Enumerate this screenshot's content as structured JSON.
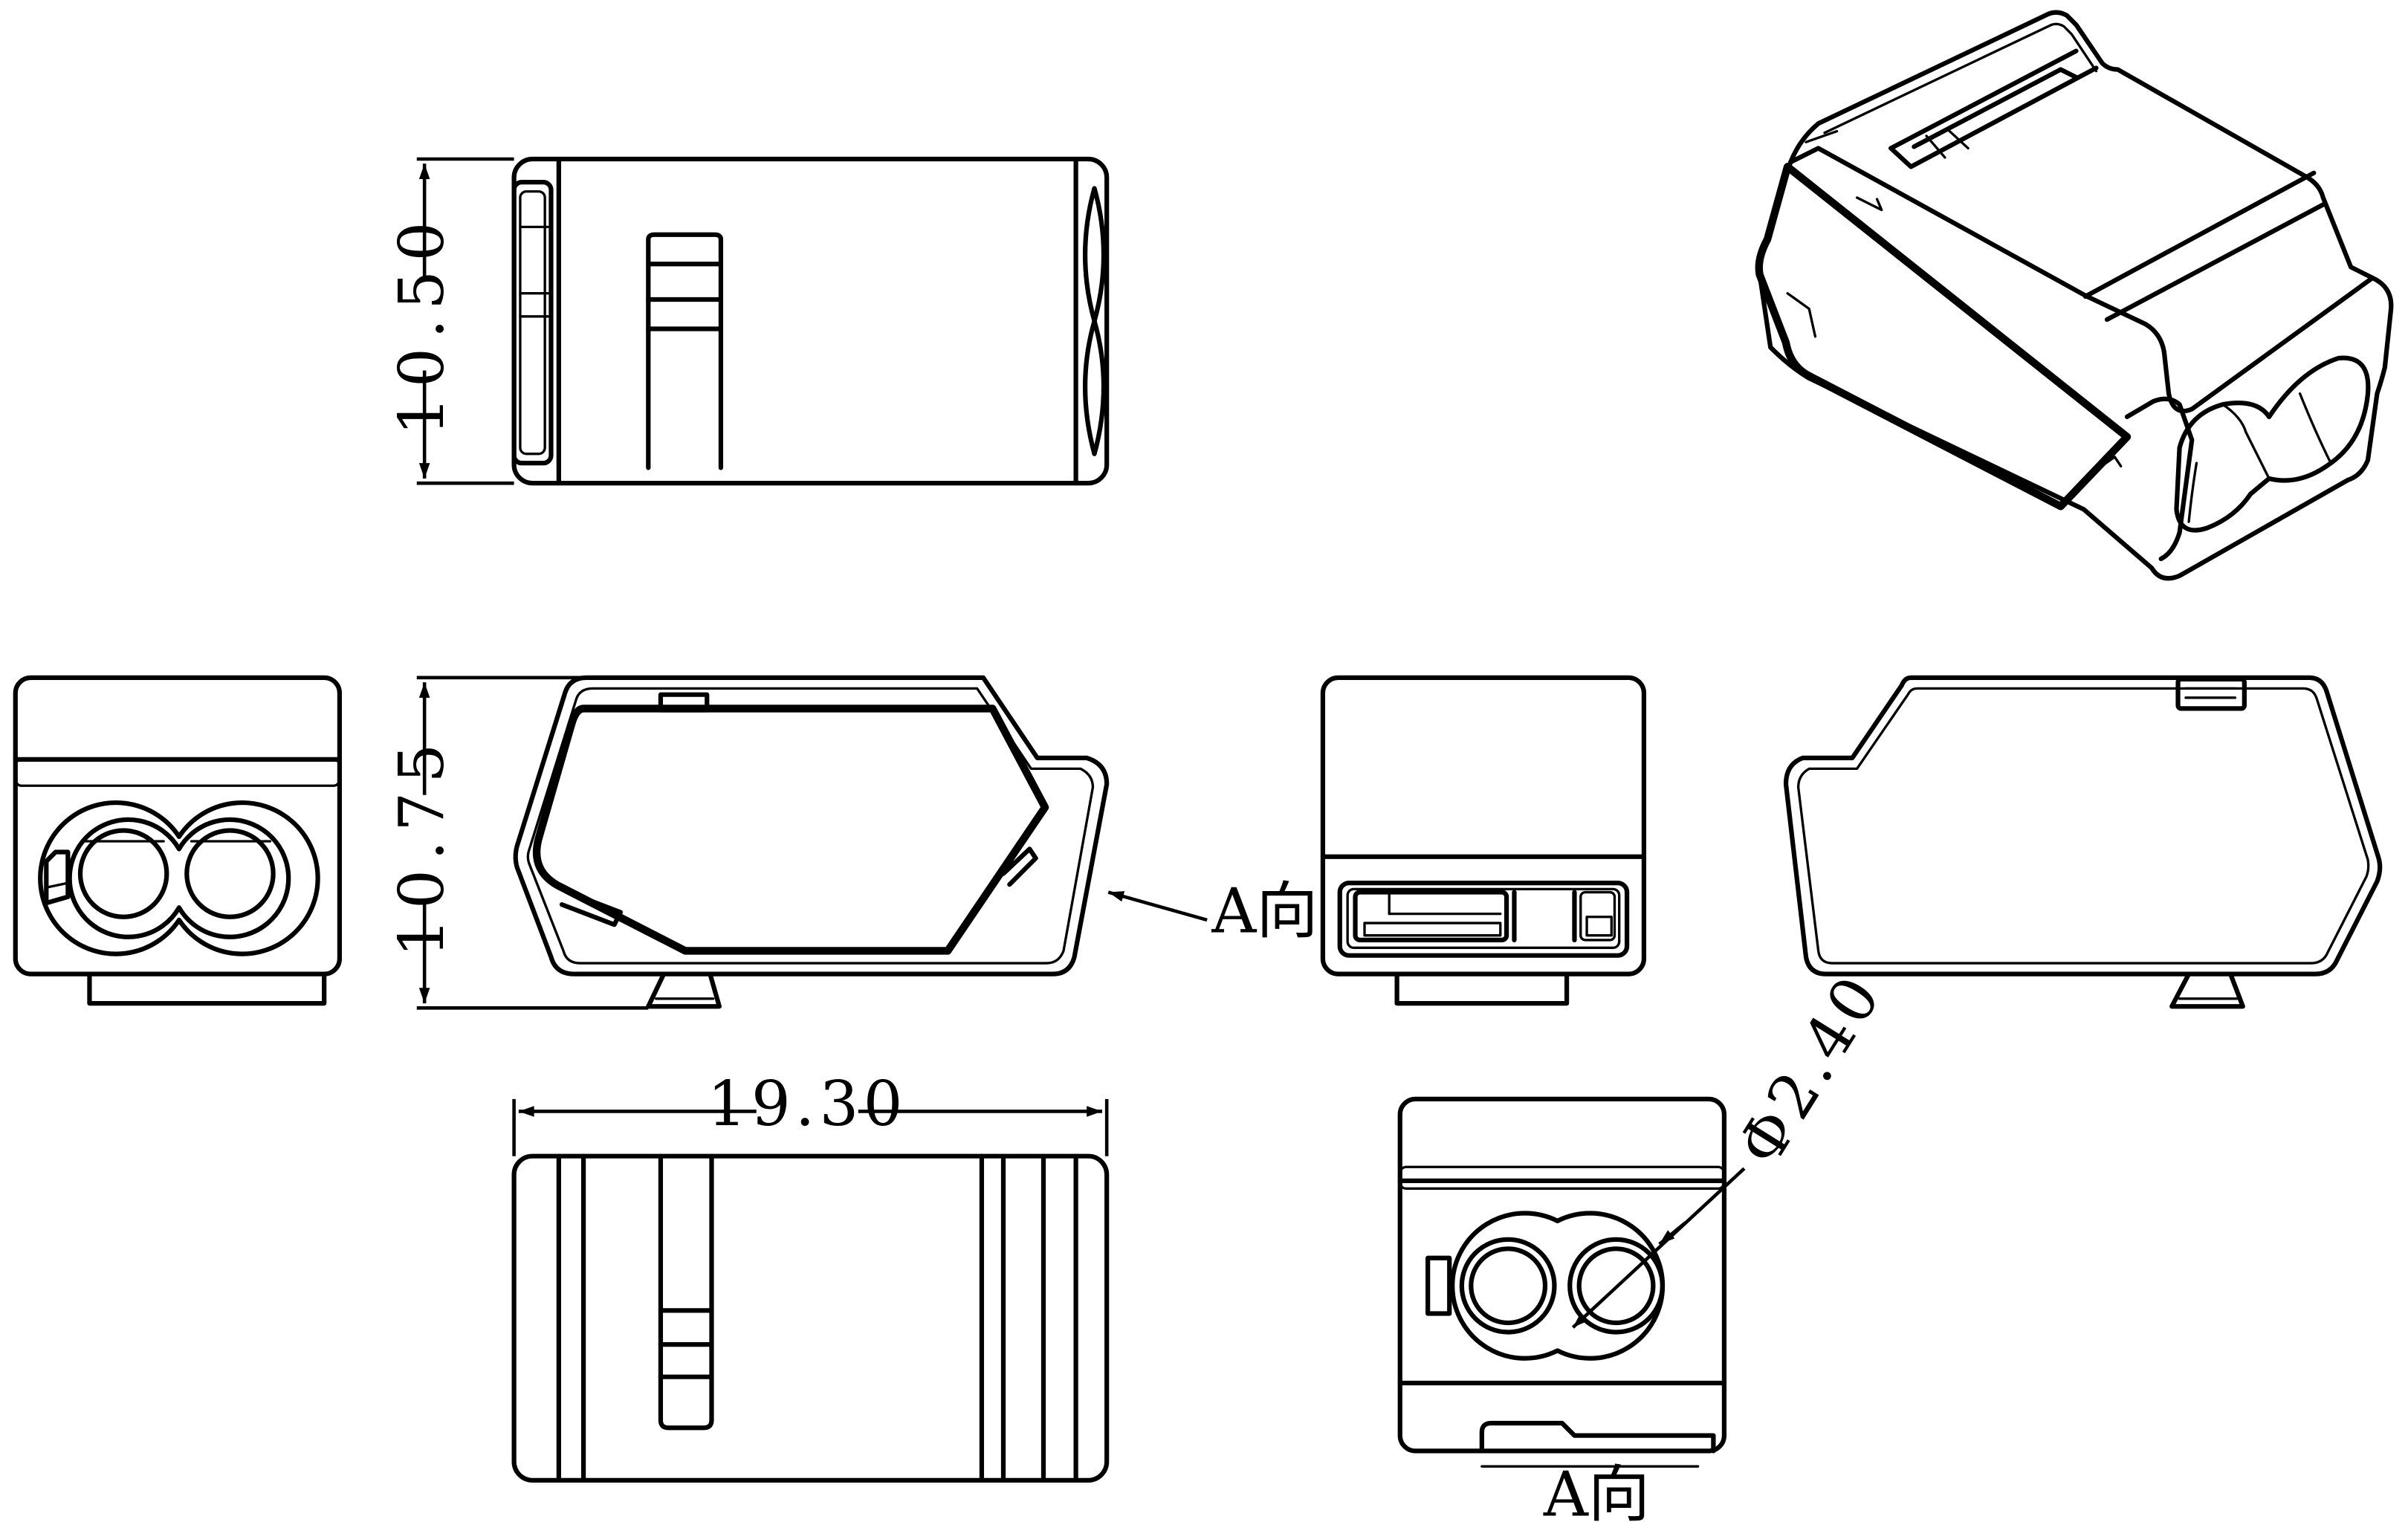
{
  "drawing": {
    "dimensions": {
      "height_top_view": "10.50",
      "height_front_view": "10.75",
      "length": "19.30",
      "hole_diameter": "Φ2.40"
    },
    "view_label_side": "A向",
    "view_label_bottom": "A向"
  }
}
